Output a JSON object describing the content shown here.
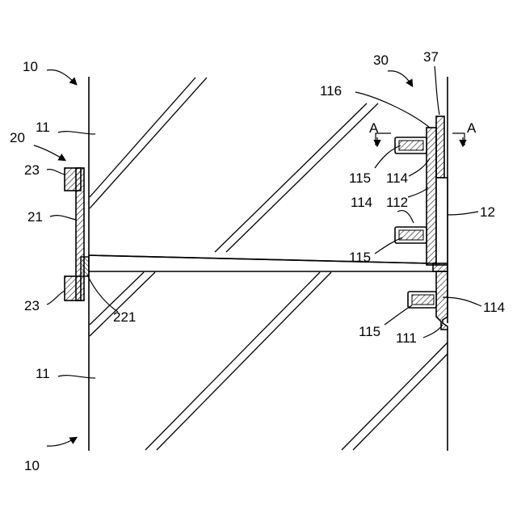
{
  "labels": {
    "wall_top": "10",
    "wall_bottom": "10",
    "face_top": "11",
    "face_bottom": "11",
    "face_right": "12",
    "bracket_left": "20",
    "plate_left": "21",
    "block_top": "23",
    "block_bottom": "23",
    "weld_left": "221",
    "bracket_right": "30",
    "flange_right": "37",
    "tab_right": "116",
    "anchor_a1": "115",
    "nut_a1": "114",
    "plate_right": "112",
    "nut_a2": "114",
    "anchor_a2": "115",
    "nut_b": "114",
    "anchor_b": "115",
    "lip_right": "111",
    "section_left": "A",
    "section_right": "A"
  }
}
